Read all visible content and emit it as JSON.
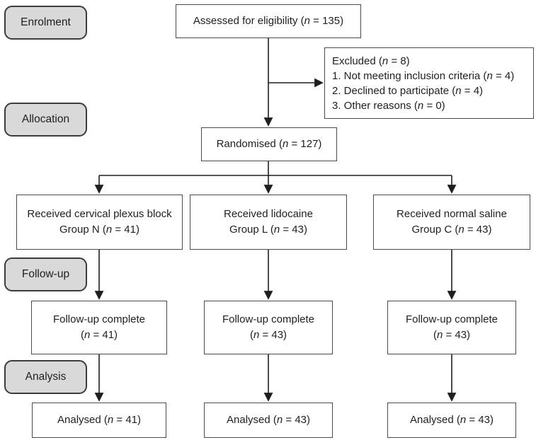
{
  "figure": {
    "kind": "CONSORT participant flow diagram"
  },
  "colors": {
    "bg": "#ffffff",
    "box_border": "#4a4a4a",
    "stage_fill": "#d9d9d9",
    "stage_border": "#3c3c3c",
    "text": "#1f1f1f",
    "arrow": "#1f1f1f"
  },
  "stage_labels": {
    "enrolment": "Enrolment",
    "allocation": "Allocation",
    "followup": "Follow-up",
    "analysis": "Analysis"
  },
  "boxes": {
    "assessed": {
      "line1": "Assessed for eligibility (n = 135)"
    },
    "excluded": {
      "title": "Excluded (n = 8)",
      "reasons": [
        "1. Not meeting inclusion criteria (n = 4)",
        "2. Declined to participate (n = 4)",
        "3. Other reasons (n = 0)"
      ]
    },
    "randomised": {
      "line1": "Randomised (n = 127)"
    },
    "groups": [
      {
        "line1": "Received cervical plexus block",
        "line2": "Group N (n = 41)"
      },
      {
        "line1": "Received lidocaine",
        "line2": "Group L (n = 43)"
      },
      {
        "line1": "Received normal saline",
        "line2": "Group C (n = 43)"
      }
    ],
    "followup_complete": [
      {
        "line1": "Follow-up complete",
        "line2": "(n = 41)"
      },
      {
        "line1": "Follow-up complete",
        "line2": "(n = 43)"
      },
      {
        "line1": "Follow-up complete",
        "line2": "(n = 43)"
      }
    ],
    "analysed": [
      {
        "line1": "Analysed (n = 41)"
      },
      {
        "line1": "Analysed (n = 43)"
      },
      {
        "line1": "Analysed (n = 43)"
      }
    ]
  }
}
